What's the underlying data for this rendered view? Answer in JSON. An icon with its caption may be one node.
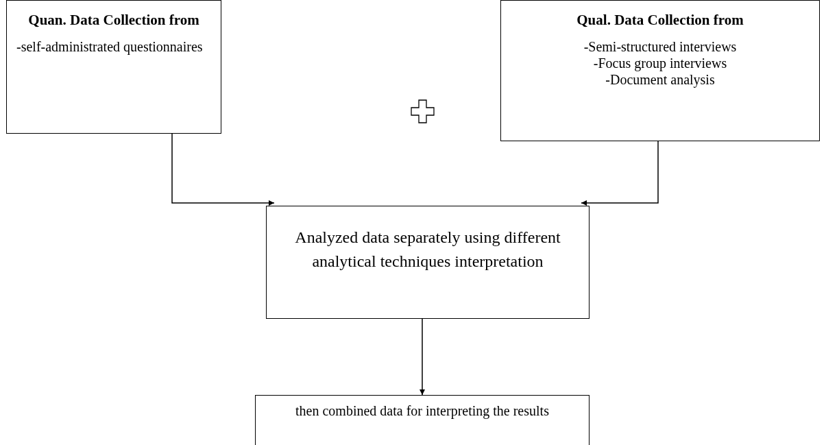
{
  "diagram": {
    "nodes": [
      {
        "text": [
          "Quan. Data Collection from",
          "-self-administrated questionnaires"
        ]
      },
      {
        "text": [
          "Qual. Data Collection from",
          "-Semi-structured interviews",
          "-Focus group interviews",
          "-Document analysis"
        ]
      },
      {
        "text": [
          "Analyzed data separately using different analytical techniques interpretation"
        ]
      },
      {
        "text": [
          "then combined data for interpreting the results"
        ]
      }
    ],
    "edges": [
      {
        "from": 0,
        "to": 2,
        "arrow": "to"
      },
      {
        "from": 1,
        "to": 2,
        "arrow": "to"
      },
      {
        "from": 2,
        "to": 3,
        "arrow": "to"
      }
    ]
  }
}
